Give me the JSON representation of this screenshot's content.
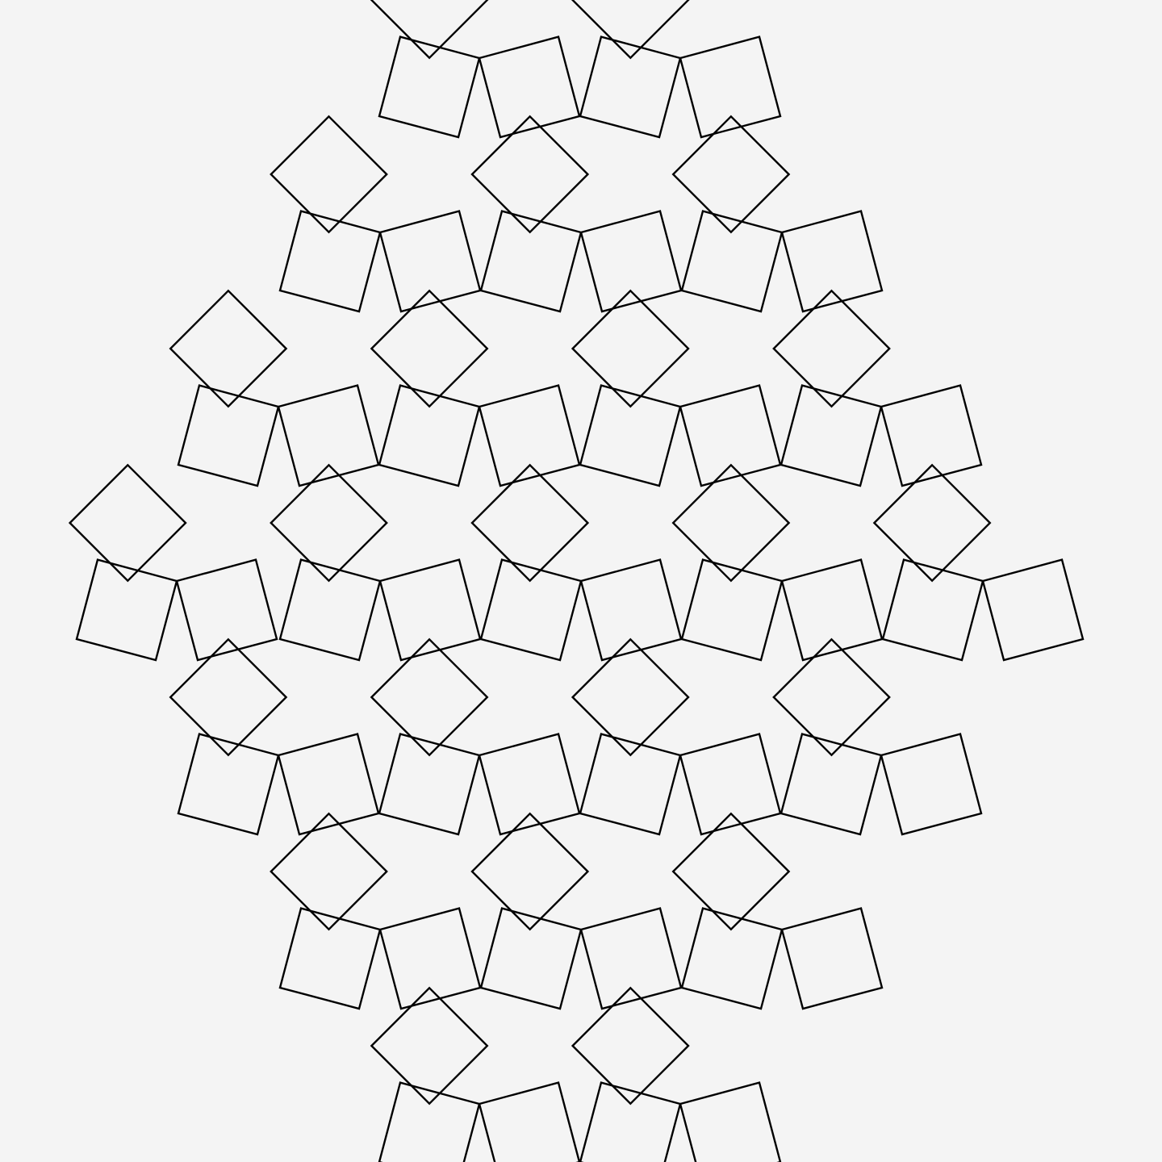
{
  "pattern": {
    "type": "square-tiling-motif",
    "background_color": "#f4f4f4",
    "stroke_color": "#000000",
    "fill_color": "none",
    "tile_shapes": [
      "diamond",
      "tilted-square"
    ],
    "diamond_row_counts": [
      2,
      3,
      4,
      5,
      4,
      3,
      2
    ],
    "tilted_square_row_counts": [
      4,
      6,
      8,
      10,
      8,
      6,
      4
    ]
  }
}
